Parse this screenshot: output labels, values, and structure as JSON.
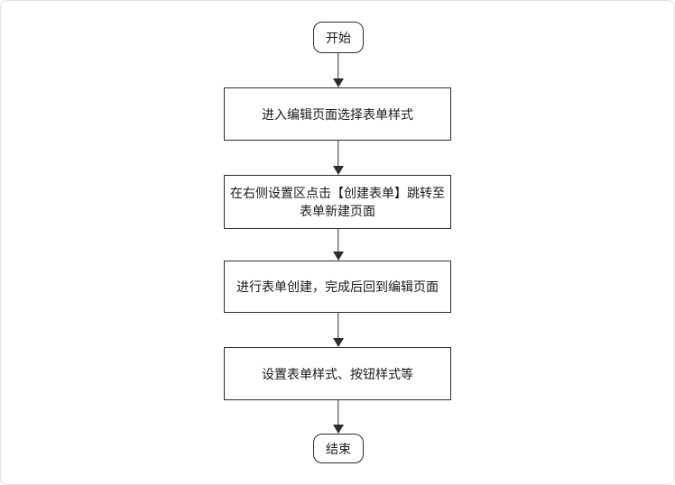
{
  "flowchart": {
    "nodes": {
      "start": "开始",
      "step1": "进入编辑页面选择表单样式",
      "step2": "在右侧设置区点击【创建表单】跳转至表单新建页面",
      "step3": "进行表单创建，完成后回到编辑页面",
      "step4": "设置表单样式、按钮样式等",
      "end": "结束"
    },
    "colors": {
      "node_border": "#2d2d2d",
      "node_fill": "#ffffff",
      "arrow": "#2d2d2d",
      "text": "#1a1a1a",
      "canvas_border": "#e0e0e0"
    }
  }
}
